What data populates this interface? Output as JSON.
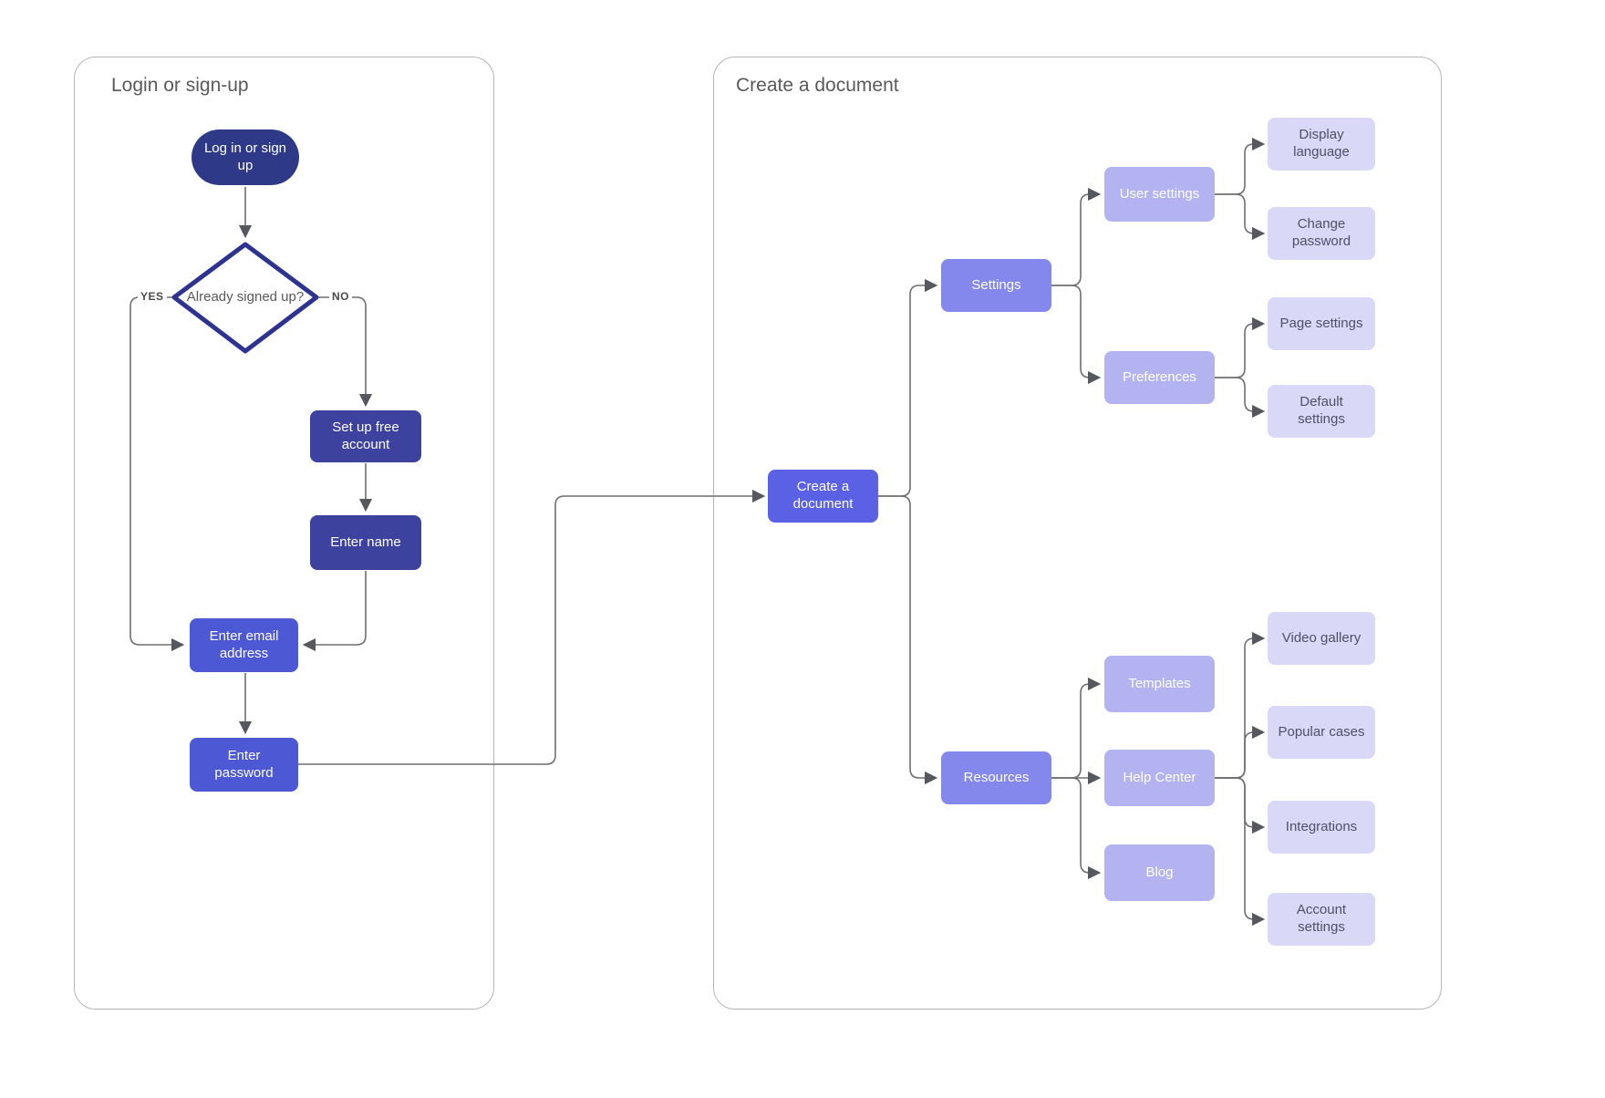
{
  "groups": {
    "login": {
      "title": "Login or sign-up"
    },
    "create": {
      "title": "Create a document"
    }
  },
  "decision": {
    "label": "Already signed up?",
    "yes_label": "YES",
    "no_label": "NO"
  },
  "nodes": {
    "login_start": "Log in or sign up",
    "setup_account": "Set up free account",
    "enter_name": "Enter name",
    "enter_email": "Enter email address",
    "enter_password": "Enter password",
    "create_document": "Create a document",
    "settings": "Settings",
    "resources": "Resources",
    "user_settings": "User settings",
    "preferences": "Preferences",
    "templates": "Templates",
    "help_center": "Help Center",
    "blog": "Blog",
    "display_language": "Display language",
    "change_password": "Change password",
    "page_settings": "Page settings",
    "default_settings": "Default settings",
    "video_gallery": "Video gallery",
    "popular_cases": "Popular cases",
    "integrations": "Integrations",
    "account_settings": "Account settings"
  },
  "palette": {
    "start_node": "#2e3a87",
    "signup_steps": "#3d429e",
    "credential_steps": "#4d58d5",
    "root_node": "#5a61e4",
    "branch_level_1": "#8487ec",
    "branch_level_2": "#b3b3f1",
    "leaf_node": "#d9d8f6",
    "leaf_text": "#4e5166",
    "connector": "#6e6e6e",
    "arrowhead": "#55585e",
    "diamond_border": "#2c3390",
    "group_border": "#b5b5b5",
    "title_text": "#5a5a5a"
  }
}
